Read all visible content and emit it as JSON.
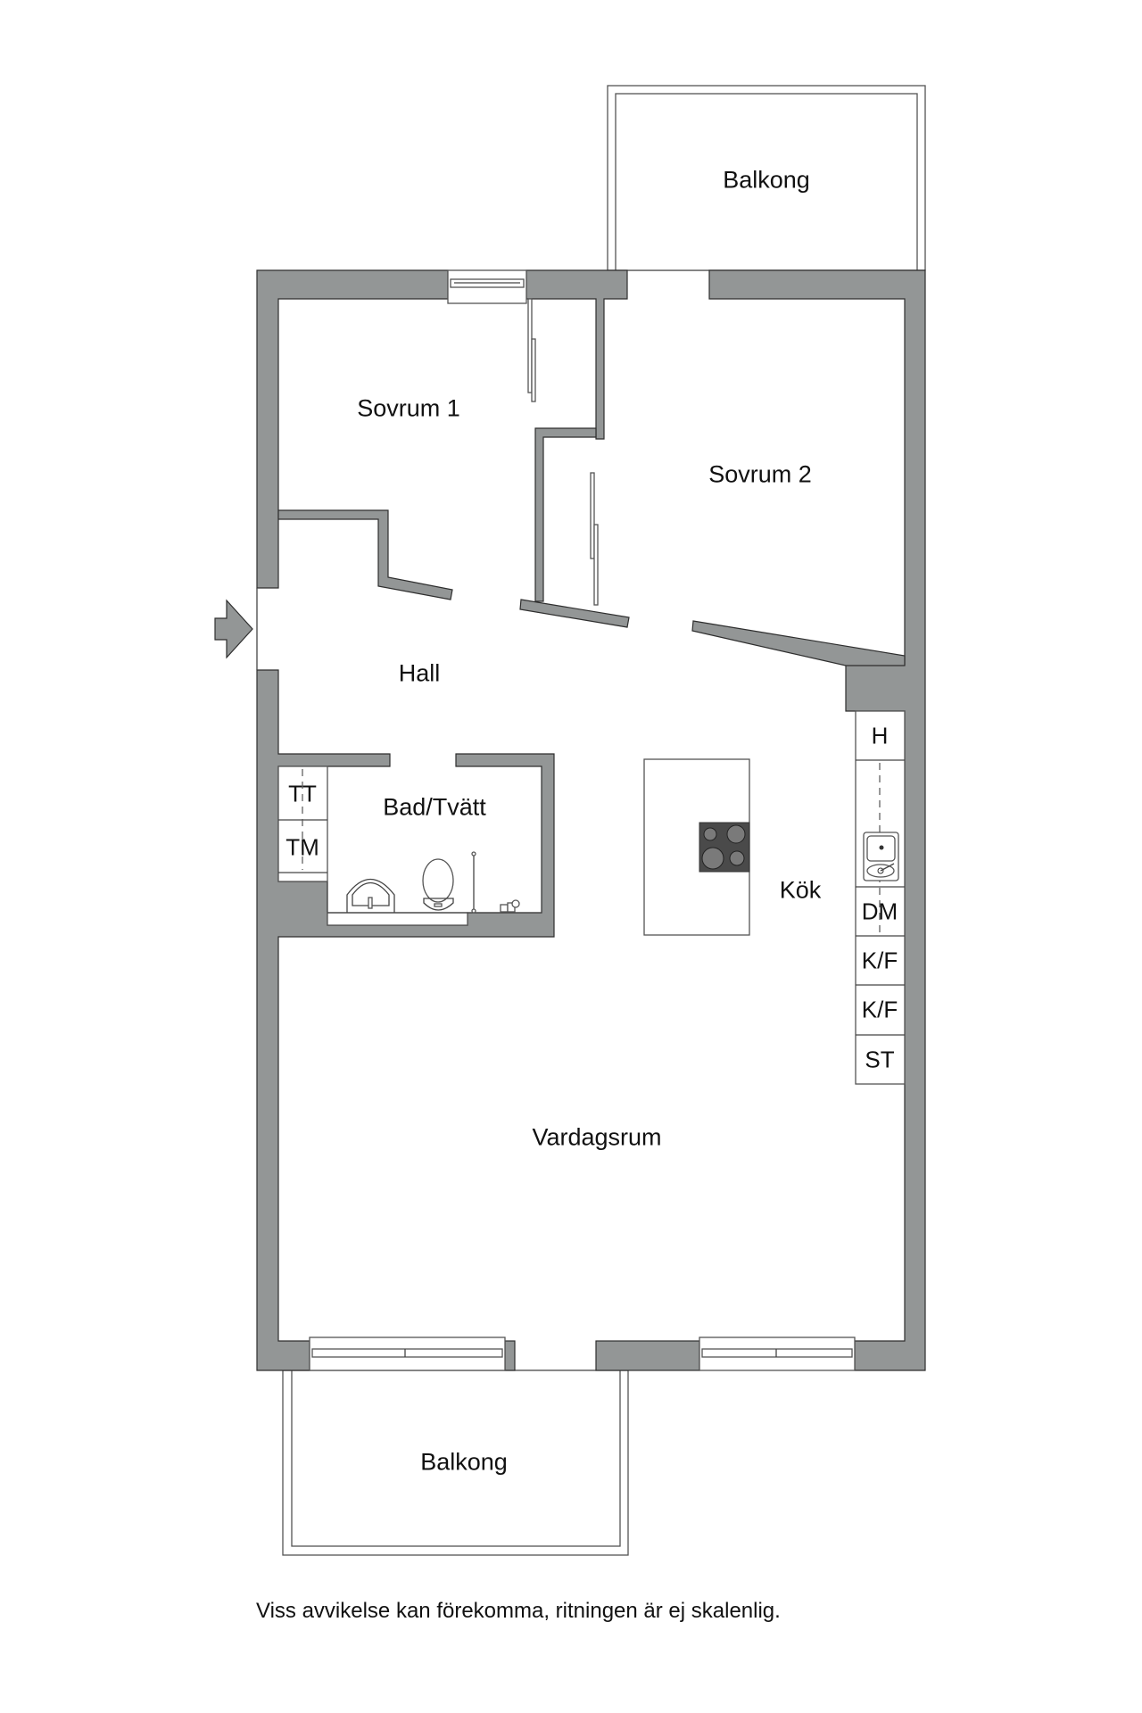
{
  "rooms": {
    "balcony_top": "Balkong",
    "bedroom1": "Sovrum 1",
    "bedroom2": "Sovrum 2",
    "hall": "Hall",
    "bath": "Bad/Tvätt",
    "kitchen": "Kök",
    "living": "Vardagsrum",
    "balcony_bottom": "Balkong"
  },
  "laundry": {
    "dryer": "TT",
    "washer": "TM"
  },
  "kitchen_units": [
    {
      "label": "H"
    },
    {
      "label": "DM"
    },
    {
      "label": "K/F"
    },
    {
      "label": "K/F"
    },
    {
      "label": "ST"
    }
  ],
  "colors": {
    "wall": "#939696",
    "text": "#111111",
    "cooktop": "#4a4a4a"
  },
  "disclaimer": "Viss avvikelse kan förekomma, ritningen är ej skalenlig."
}
